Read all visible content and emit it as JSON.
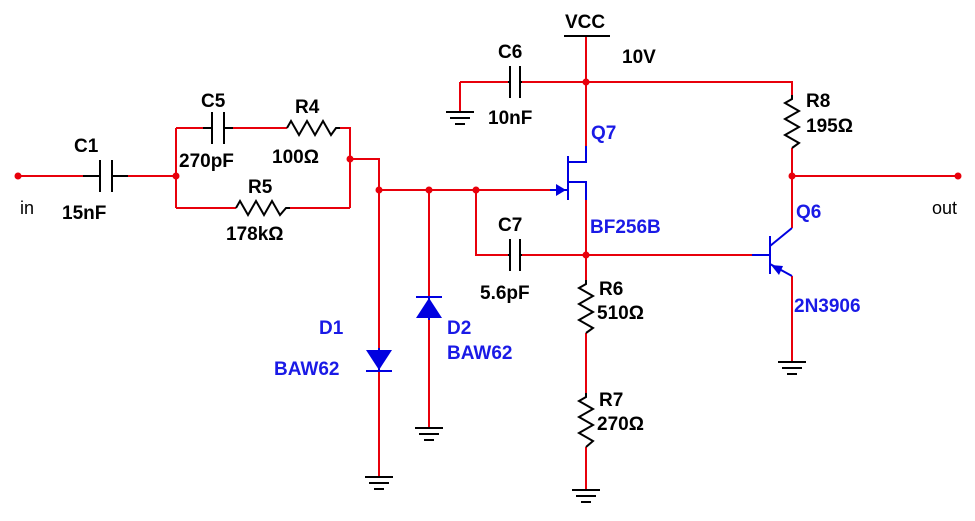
{
  "supply": {
    "name": "VCC",
    "voltage": "10V"
  },
  "ports": {
    "input": "in",
    "output": "out"
  },
  "components": {
    "C1": {
      "ref": "C1",
      "value": "15nF"
    },
    "C5": {
      "ref": "C5",
      "value": "270pF"
    },
    "R4": {
      "ref": "R4",
      "value": "100Ω"
    },
    "R5": {
      "ref": "R5",
      "value": "178kΩ"
    },
    "C6": {
      "ref": "C6",
      "value": "10nF"
    },
    "C7": {
      "ref": "C7",
      "value": "5.6pF"
    },
    "R6": {
      "ref": "R6",
      "value": "510Ω"
    },
    "R7": {
      "ref": "R7",
      "value": "270Ω"
    },
    "R8": {
      "ref": "R8",
      "value": "195Ω"
    },
    "D1": {
      "ref": "D1",
      "part": "BAW62"
    },
    "D2": {
      "ref": "D2",
      "part": "BAW62"
    },
    "Q7": {
      "ref": "Q7",
      "part": "BF256B"
    },
    "Q6": {
      "ref": "Q6",
      "part": "2N3906"
    }
  },
  "colors": {
    "wire": "#e8000b",
    "component": "#000000",
    "semiconductor": "#0000e0",
    "label_blue": "#1a1ae6"
  }
}
